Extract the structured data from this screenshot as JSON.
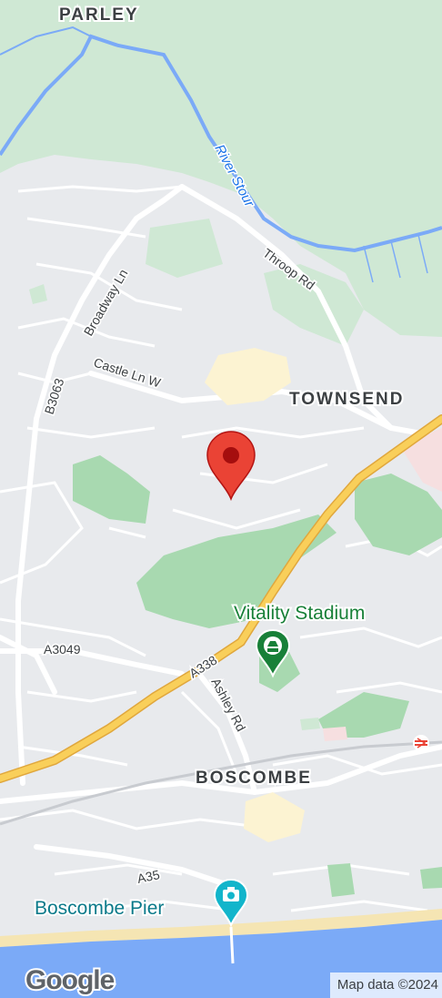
{
  "map": {
    "places": {
      "parley": "PARLEY",
      "townsend": "TOWNSEND",
      "boscombe": "BOSCOMBE"
    },
    "roads": {
      "broadway_ln": "Broadway Ln",
      "b3063": "B3063",
      "castle_ln_w": "Castle Ln W",
      "throop_rd": "Throop Rd",
      "a3049": "A3049",
      "a338": "A338",
      "ashley_rd": "Ashley Rd",
      "a35": "A35"
    },
    "water": {
      "river_stour": "River Stour"
    },
    "pois": {
      "vitality_stadium": "Vitality Stadium",
      "boscombe_pier": "Boscombe Pier"
    },
    "logo": "Google",
    "attribution": "Map data ©2024",
    "colors": {
      "land": "#e8eaed",
      "park": "#cfe8d4",
      "park_dark": "#a8d9b0",
      "sand": "#fcf3d2",
      "sea": "#7baaf7",
      "beach": "#f5e5b3",
      "highway": "#f9cf5a",
      "highway_edge": "#e0a73d",
      "road": "#ffffff",
      "river": "#7baaf7",
      "pin": "#ea4335",
      "pin_dark": "#a50e0e",
      "stadium_pin": "#188038",
      "pier_pin": "#12b5cb"
    },
    "icons": {
      "location_pin": "location-pin-icon",
      "stadium": "stadium-icon",
      "camera": "camera-icon",
      "rail": "rail-station-icon"
    }
  }
}
